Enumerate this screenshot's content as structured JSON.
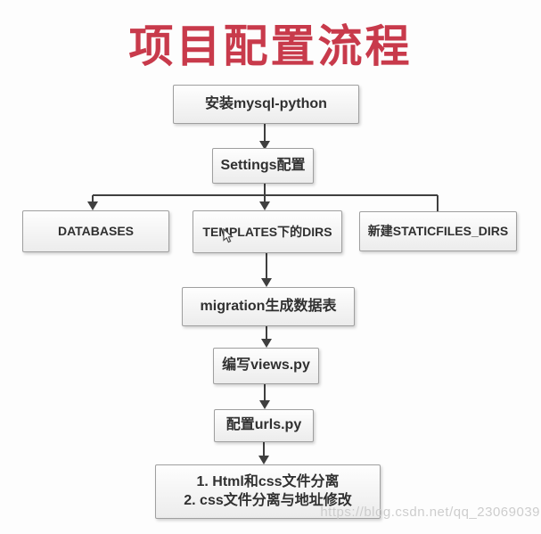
{
  "title": "项目配置流程",
  "colors": {
    "title_red": "#c83a4b",
    "box_border": "#9f9f9f",
    "box_background": "#f3f3f3",
    "connector_line": "#3f3f3f",
    "node_text": "#303030",
    "watermark_gray": "#cbcbcb"
  },
  "nodes": {
    "install": "安装mysql-python",
    "settings": "Settings配置",
    "databases": "DATABASES",
    "templates": "TEMPLATES下的DIRS",
    "staticfiles": "新建STATICFILES_DIRS",
    "migration": "migration生成数据表",
    "views": "编写views.py",
    "urls": "配置urls.py",
    "final_step1": "1. Html和css文件分离",
    "final_step2": "2. css文件分离与地址修改"
  },
  "edges": [
    {
      "from": "install",
      "to": "settings",
      "arrow": true
    },
    {
      "from": "settings",
      "to": "databases",
      "arrow": true
    },
    {
      "from": "settings",
      "to": "templates",
      "arrow": true
    },
    {
      "from": "settings",
      "to": "staticfiles",
      "arrow": false
    },
    {
      "from": "templates",
      "to": "migration",
      "arrow": true
    },
    {
      "from": "migration",
      "to": "views",
      "arrow": true
    },
    {
      "from": "views",
      "to": "urls",
      "arrow": true
    },
    {
      "from": "urls",
      "to": "final",
      "arrow": true
    }
  ],
  "icons": {
    "mouse_cursor": "arrow-pointer"
  },
  "watermark": "https://blog.csdn.net/qq_23069039"
}
